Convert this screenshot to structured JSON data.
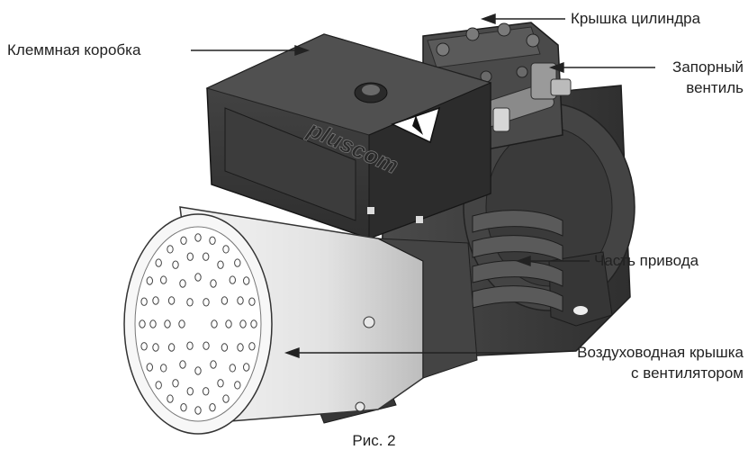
{
  "figure": {
    "caption": "Рис. 2",
    "brand_text": "pluscom",
    "callouts": {
      "cylinder_cover": "Крышка цилиндра",
      "terminal_box": "Клеммная коробка",
      "stop_valve_line1": "Запорный",
      "stop_valve_line2": "вентиль",
      "drive_part": "Часть привода",
      "fan_cover_line1": "Воздуховодная крышка",
      "fan_cover_line2": "с вентилятором"
    }
  },
  "colors": {
    "body_dark": "#3a3a3a",
    "body_mid": "#555555",
    "shroud_light": "#e4e4e4",
    "text": "#222222"
  }
}
